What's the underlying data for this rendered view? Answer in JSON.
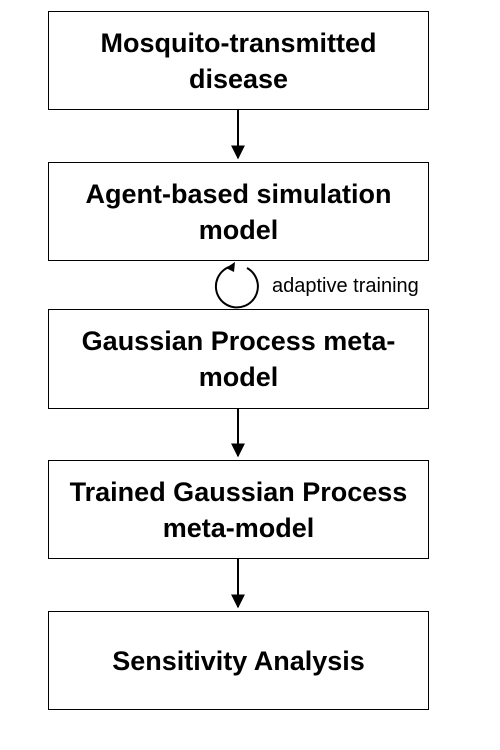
{
  "flowchart": {
    "steps": [
      {
        "label": "Mosquito-transmitted disease"
      },
      {
        "label": "Agent-based simulation model"
      },
      {
        "label": "Gaussian Process meta-model"
      },
      {
        "label": "Trained Gaussian Process meta-model"
      },
      {
        "label": "Sensitivity Analysis"
      }
    ],
    "loop_label": "adaptive training"
  },
  "colors": {
    "stroke": "#000000",
    "background": "#ffffff"
  },
  "icons": {
    "loop": "circular-arrow-icon",
    "arrow": "arrow-down-icon"
  }
}
